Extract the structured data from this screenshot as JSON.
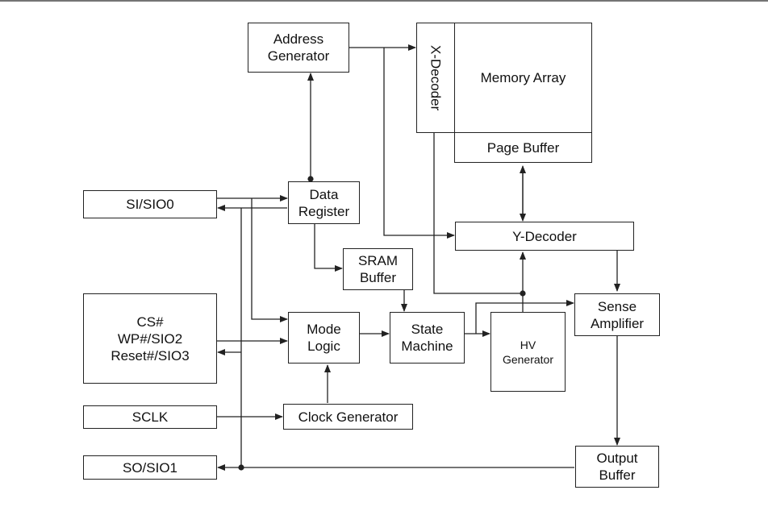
{
  "blocks": {
    "address_generator": [
      "Address",
      "Generator"
    ],
    "x_decoder": "X-Decoder",
    "memory_array": "Memory Array",
    "page_buffer": "Page Buffer",
    "si_sio0": "SI/SIO0",
    "data_register": [
      "Data",
      "Register"
    ],
    "y_decoder": "Y-Decoder",
    "sram_buffer": [
      "SRAM",
      "Buffer"
    ],
    "control_pins": [
      "CS#",
      "WP#/SIO2",
      "Reset#/SIO3"
    ],
    "mode_logic": [
      "Mode",
      "Logic"
    ],
    "state_machine": [
      "State",
      "Machine"
    ],
    "hv_generator": [
      "HV",
      "Generator"
    ],
    "sense_amplifier": [
      "Sense",
      "Amplifier"
    ],
    "sclk": "SCLK",
    "clock_generator": "Clock Generator",
    "so_sio1": "SO/SIO1",
    "output_buffer": [
      "Output",
      "Buffer"
    ]
  }
}
